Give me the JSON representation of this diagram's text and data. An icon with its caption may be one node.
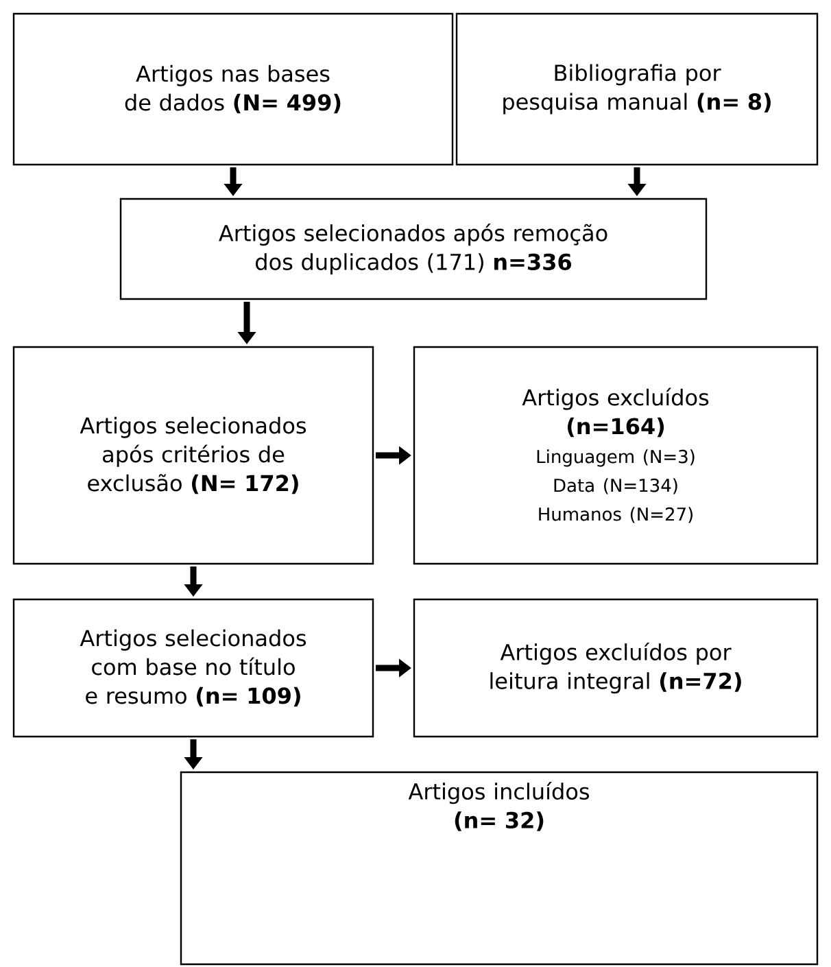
{
  "diagram": {
    "nodes": [
      {
        "text": [
          "Artigos nas bases de dados **(N= 499)**"
        ]
      },
      {
        "text": [
          "Bibliografia por pesquisa manual **(n= 8)**"
        ]
      },
      {
        "text": [
          "Artigos selecionados após remoção dos duplicados (171) **n=336**"
        ]
      },
      {
        "text": [
          "Artigos selecionados após critérios de exclusão **(N= 172)**"
        ]
      },
      {
        "text": [
          "Artigos excluídos",
          "(n=164)",
          "Linguagem (N=3)",
          "Data (N=134)",
          "Humanos (N=27)"
        ]
      },
      {
        "text": [
          "Artigos selecionados com base no título e resumo **(n= 109)**"
        ]
      },
      {
        "text": [
          "Artigos excluídos por leitura integral **(n=72)**"
        ]
      },
      {
        "text": [
          "Artigos incluídos",
          "(n= 32)"
        ]
      }
    ],
    "edges": [
      {
        "from": 0,
        "to": 2,
        "arrow": "to"
      },
      {
        "from": 1,
        "to": 2,
        "arrow": "to"
      },
      {
        "from": 2,
        "to": 3,
        "arrow": "to"
      },
      {
        "from": 3,
        "to": 4,
        "arrow": "to"
      },
      {
        "from": 3,
        "to": 5,
        "arrow": "to"
      },
      {
        "from": 5,
        "to": 6,
        "arrow": "to"
      },
      {
        "from": 5,
        "to": 7,
        "arrow": "to"
      }
    ]
  }
}
